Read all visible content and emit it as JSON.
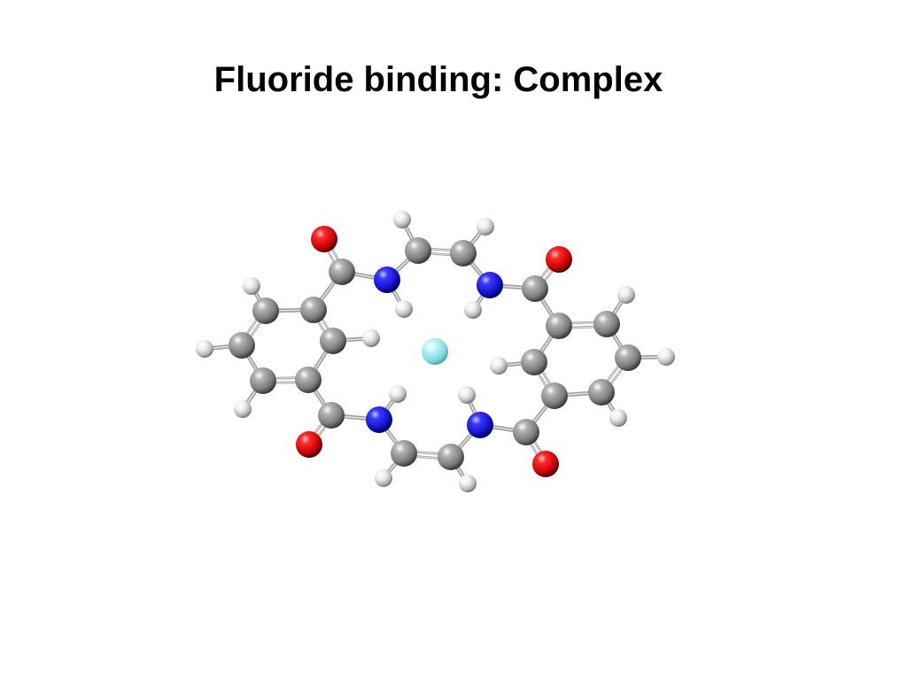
{
  "slide": {
    "title": "Fluoride binding: Complex"
  },
  "colors": {
    "background": "#ffffff",
    "title": "#000000",
    "carbon": "#8c8c8c",
    "nitrogen": "#1a1ae0",
    "oxygen": "#e00000",
    "hydrogen": "#e6e6e6",
    "fluoride": "#8fe6ee",
    "bond": "#b8b8b8"
  },
  "molecule": {
    "atoms": [
      {
        "id": "O1",
        "element": "O"
      },
      {
        "id": "C1",
        "element": "C"
      },
      {
        "id": "N1",
        "element": "N"
      },
      {
        "id": "C2",
        "element": "C"
      },
      {
        "id": "C3",
        "element": "C"
      },
      {
        "id": "N2",
        "element": "N"
      },
      {
        "id": "C4",
        "element": "C"
      },
      {
        "id": "O2",
        "element": "O"
      },
      {
        "id": "Ar1a",
        "element": "C"
      },
      {
        "id": "Ar1b",
        "element": "C"
      },
      {
        "id": "Ar1c",
        "element": "C"
      },
      {
        "id": "Ar1d",
        "element": "C"
      },
      {
        "id": "Ar1e",
        "element": "C"
      },
      {
        "id": "Ar1f",
        "element": "C"
      },
      {
        "id": "Ar2a",
        "element": "C"
      },
      {
        "id": "Ar2b",
        "element": "C"
      },
      {
        "id": "Ar2c",
        "element": "C"
      },
      {
        "id": "Ar2d",
        "element": "C"
      },
      {
        "id": "Ar2e",
        "element": "C"
      },
      {
        "id": "Ar2f",
        "element": "C"
      },
      {
        "id": "C5",
        "element": "C"
      },
      {
        "id": "O3",
        "element": "O"
      },
      {
        "id": "N3",
        "element": "N"
      },
      {
        "id": "C6",
        "element": "C"
      },
      {
        "id": "C7",
        "element": "C"
      },
      {
        "id": "N4",
        "element": "N"
      },
      {
        "id": "C8",
        "element": "C"
      },
      {
        "id": "O4",
        "element": "O"
      },
      {
        "id": "F",
        "element": "F"
      },
      {
        "id": "H1",
        "element": "H"
      },
      {
        "id": "H2",
        "element": "H"
      },
      {
        "id": "H3",
        "element": "H"
      },
      {
        "id": "H4",
        "element": "H"
      },
      {
        "id": "H5",
        "element": "H"
      },
      {
        "id": "H6",
        "element": "H"
      },
      {
        "id": "H7",
        "element": "H"
      },
      {
        "id": "H8",
        "element": "H"
      },
      {
        "id": "H9",
        "element": "H"
      },
      {
        "id": "H10",
        "element": "H"
      },
      {
        "id": "H11",
        "element": "H"
      },
      {
        "id": "H12",
        "element": "H"
      },
      {
        "id": "H13",
        "element": "H"
      },
      {
        "id": "H14",
        "element": "H"
      },
      {
        "id": "H15",
        "element": "H"
      },
      {
        "id": "H16",
        "element": "H"
      }
    ]
  }
}
